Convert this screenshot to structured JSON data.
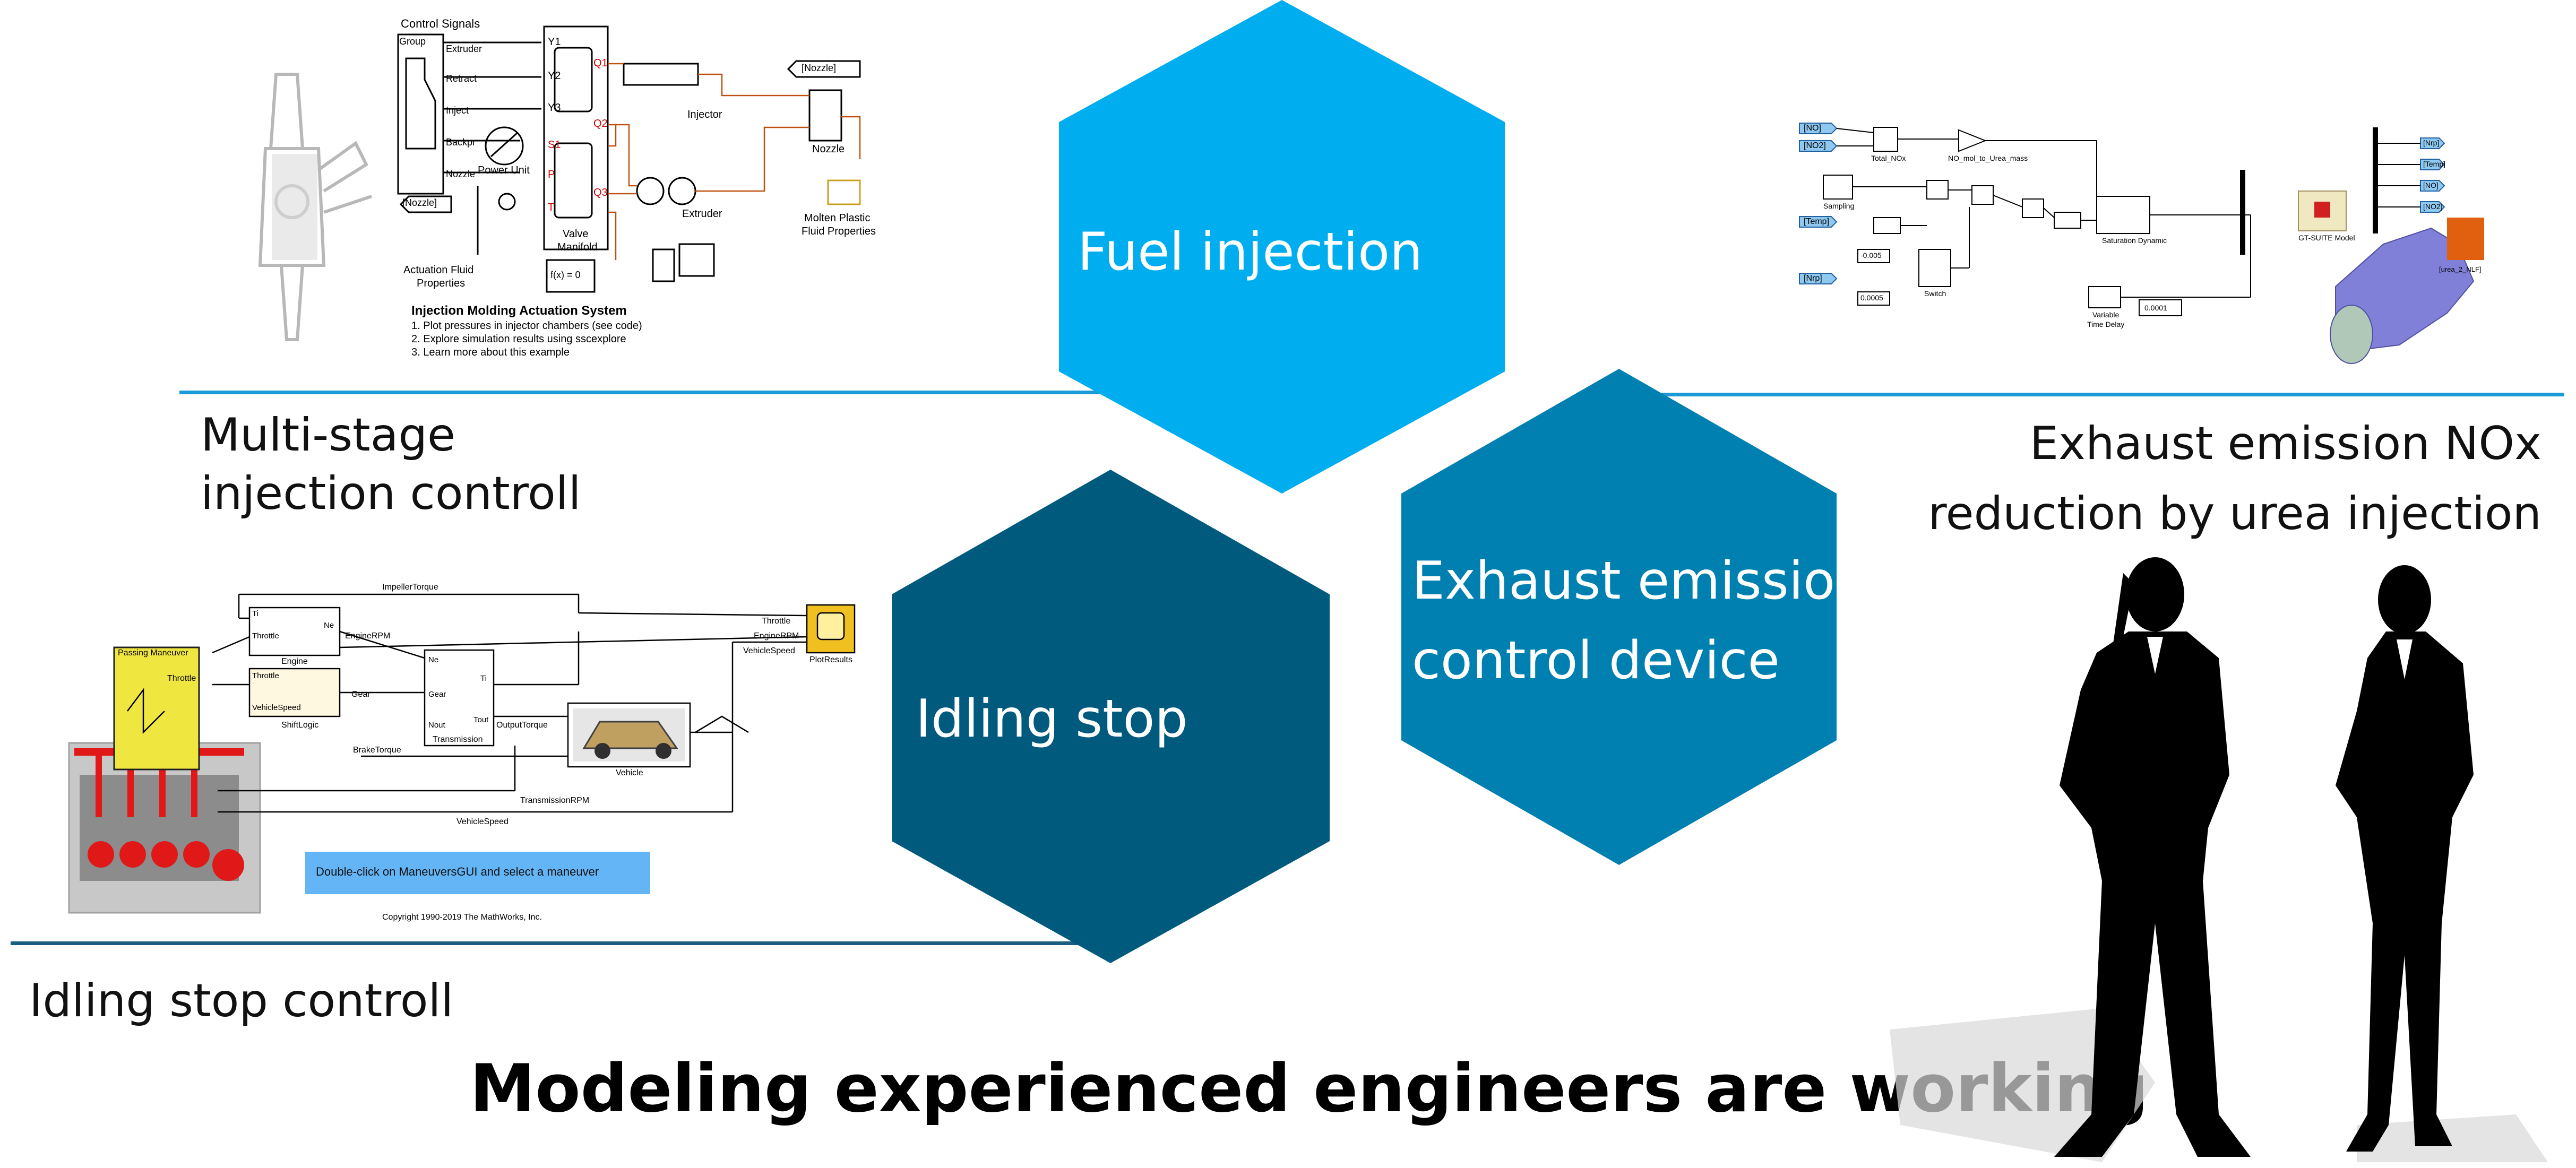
{
  "colors": {
    "fuel": "#00aeef",
    "exhaust": "#0080b0",
    "idling": "#005a7e",
    "rule": "#1a9ad6",
    "rule_dark": "#1a5e80",
    "silhouette": "#000000"
  },
  "hexagons": {
    "fuel": {
      "label": "Fuel injection"
    },
    "exhaust": {
      "label_line1": "Exhaust emission",
      "label_line2": "control device"
    },
    "idling": {
      "label": "Idling stop"
    }
  },
  "captions": {
    "multistage_line1": "Multi-stage",
    "multistage_line2": "injection controll",
    "nox_line1": "Exhaust emission NOx",
    "nox_line2": "reduction by urea injection",
    "idling": "Idling stop controll"
  },
  "headline": "Modeling experienced  engineers are working",
  "diagram_injection": {
    "control_signals": "Control Signals",
    "group": "Group",
    "signals": [
      "Extruder",
      "Retract",
      "Inject",
      "Backpr",
      "Nozzle"
    ],
    "outputs": [
      "Y1",
      "Y2",
      "Y3"
    ],
    "ports": [
      "Q1",
      "Q2",
      "S1",
      "P",
      "Q3",
      "T"
    ],
    "power_unit": "Power Unit",
    "valve_manifold_1": "Valve",
    "valve_manifold_2": "Manifold",
    "injector": "Injector",
    "nozzle_tag": "[Nozzle]",
    "nozzle": "Nozzle",
    "extruder": "Extruder",
    "molten_1": "Molten Plastic",
    "molten_2": "Fluid Properties",
    "actuation_1": "Actuation Fluid",
    "actuation_2": "Properties",
    "fx": "f(x) = 0",
    "title": "Injection Molding Actuation System",
    "steps": [
      "1. Plot pressures in injector chambers (see code)",
      "2. Explore simulation results using sscexplore",
      "3. Learn more about this example"
    ],
    "nozzle_tag_left": "[Nozzle]"
  },
  "diagram_urea": {
    "tags_left": [
      "[NO]",
      "[NO2]",
      "[Temp]",
      "[Nrp]"
    ],
    "total_nox": "Total_NOx",
    "gain": "NO_mol_to_Urea_mass",
    "sampling": "Sampling",
    "saturation": "Saturation Dynamic",
    "switch": "Switch",
    "delay_1": "Variable",
    "delay_2": "Time Delay",
    "consts": [
      "-0.005",
      "0.0005",
      "0.0001"
    ],
    "tags_right": [
      "[Nrp]",
      "[Temp]",
      "[NO]",
      "[NO2]",
      "[urea_2_NLF]"
    ],
    "gt_model": "GT-SUITE Model"
  },
  "diagram_idling": {
    "passing": "Passing Maneuver",
    "throttle": "Throttle",
    "impeller": "ImpellerTorque",
    "engine": "Engine",
    "engine_rpm": "EngineRPM",
    "shift_logic": "ShiftLogic",
    "gear": "Gear",
    "vehicle_speed": "VehicleSpeed",
    "transmission": "Transmission",
    "output_torque": "OutputTorque",
    "vehicle": "Vehicle",
    "brake": "BrakeTorque",
    "trans_rpm": "TransmissionRPM",
    "plot_results": "PlotResults",
    "ports_engine": [
      "Ti",
      "Throttle",
      "Ne"
    ],
    "ports_trans": [
      "Ne",
      "Gear",
      "Nout",
      "Ti",
      "Tout"
    ],
    "button": "Double-click on ManeuversGUI and select a maneuver",
    "copyright": "Copyright 1990-2019 The MathWorks, Inc."
  }
}
